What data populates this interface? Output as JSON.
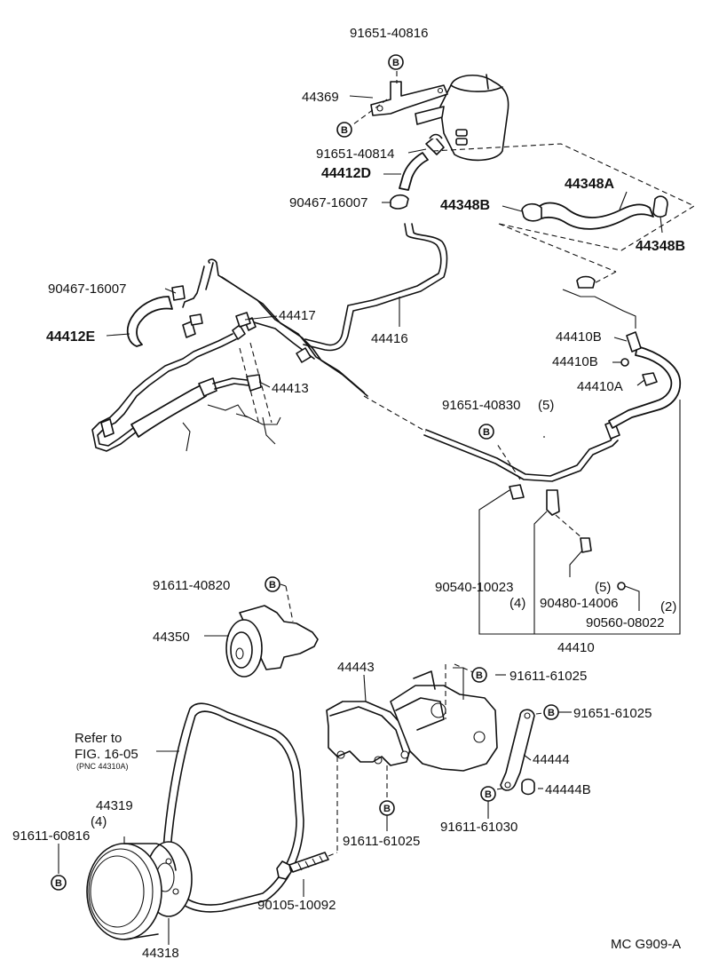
{
  "labels": {
    "p91651_40816": "91651-40816",
    "p44369": "44369",
    "p91651_40814": "91651-40814",
    "p44412D": "44412D",
    "p90467_16007_a": "90467-16007",
    "p44348B_left": "44348B",
    "p44348A": "44348A",
    "p44348B_right": "44348B",
    "p90467_16007_b": "90467-16007",
    "p44412E": "44412E",
    "p44417": "44417",
    "p44416": "44416",
    "p44413": "44413",
    "p44410B_a": "44410B",
    "p44410B_b": "44410B",
    "p44410A": "44410A",
    "p91651_40830": "91651-40830",
    "p91651_40830_qty": "(5)",
    "p90540_10023": "90540-10023",
    "p90540_10023_qty": "(4)",
    "p90480_14006": "90480-14006",
    "p90560_qty": "(5)",
    "p90560_08022": "90560-08022",
    "p90560_right_qty": "(2)",
    "p44410": "44410",
    "p91611_40820": "91611-40820",
    "p44350": "44350",
    "p44443": "44443",
    "p91611_61025_a": "91611-61025",
    "p91651_61025": "91651-61025",
    "p44444": "44444",
    "p44444B": "44444B",
    "refer_line1": "Refer to",
    "refer_line2": "FIG. 16-05",
    "refer_pnc": "(PNC 44310A)",
    "p44319": "44319",
    "p44319_qty": "(4)",
    "p91611_60816": "91611-60816",
    "p91611_61025_b": "91611-61025",
    "p91611_61030": "91611-61030",
    "p90105_10092": "90105-10092",
    "p44318": "44318",
    "diagram_code": "MC G909-A"
  },
  "bolt_marker": "B"
}
